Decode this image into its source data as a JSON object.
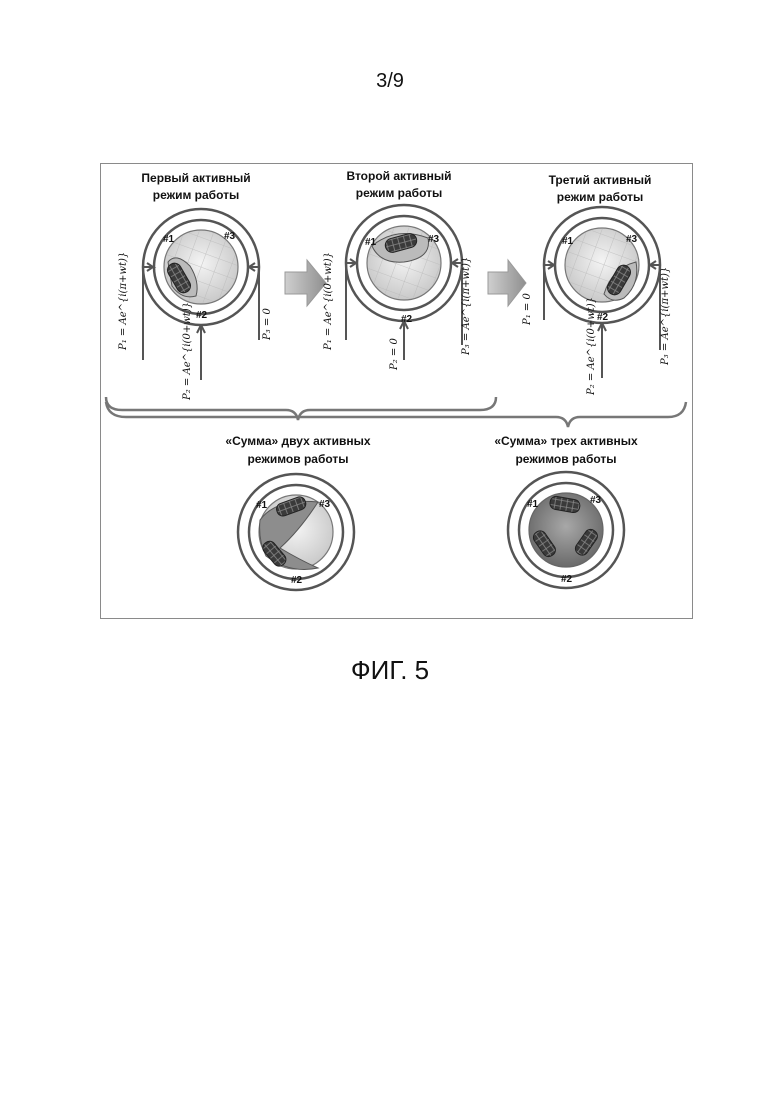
{
  "page": {
    "number": "3/9"
  },
  "figure": {
    "caption": "ФИГ. 5",
    "modes": [
      {
        "title_line1": "Первый активный",
        "title_line2": "режим работы",
        "port_labels": [
          "#1",
          "#2",
          "#3"
        ],
        "inputs": {
          "p1": "P₁ = Ae^{i(π+wt)}",
          "p2": "P₂ = Ae^{i(0+wt)}",
          "p3": "P₃ = 0"
        }
      },
      {
        "title_line1": "Второй активный",
        "title_line2": "режим работы",
        "port_labels": [
          "#1",
          "#2",
          "#3"
        ],
        "inputs": {
          "p1": "P₁ = Ae^{i(0+wt)}",
          "p2": "P₂ = 0",
          "p3": "P₃ = Ae^{i(π+wt)}"
        }
      },
      {
        "title_line1": "Третий активный",
        "title_line2": "режим работы",
        "port_labels": [
          "#1",
          "#2",
          "#3"
        ],
        "inputs": {
          "p1": "P₁ = 0",
          "p2": "P₂ = Ae^{i(0+wt)}",
          "p3": "P₃ = Ae^{i(π+wt)}"
        }
      }
    ],
    "sums": [
      {
        "title_line1": "«Сумма» двух активных",
        "title_line2": "режимов работы",
        "port_labels": [
          "#1",
          "#2",
          "#3"
        ]
      },
      {
        "title_line1": "«Сумма» трех активных",
        "title_line2": "режимов работы",
        "port_labels": [
          "#1",
          "#2",
          "#3"
        ]
      }
    ]
  }
}
